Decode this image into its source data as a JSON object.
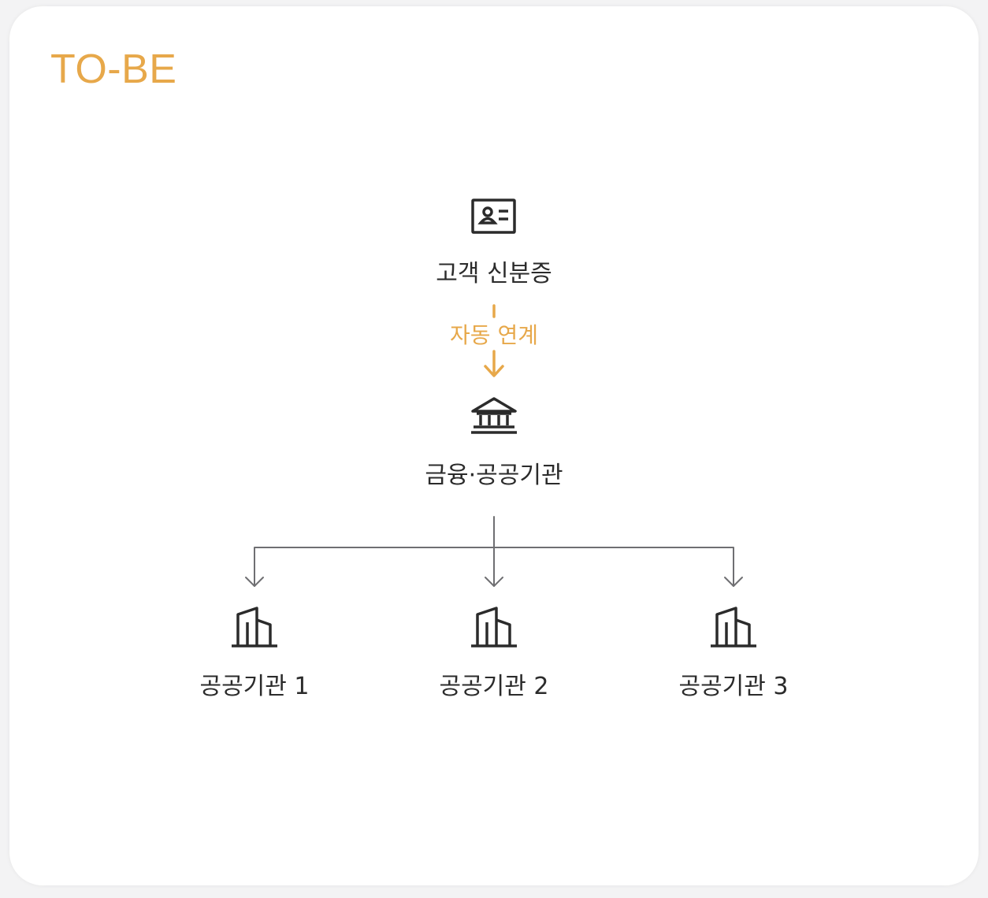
{
  "title": "TO-BE",
  "colors": {
    "accent": "#E7A84A",
    "text": "#2b2b2b",
    "line": "#6f6f72",
    "icon": "#2b2b2b",
    "background": "#ffffff"
  },
  "source": {
    "label": "고객 신분증",
    "icon": "id-card-icon"
  },
  "link": {
    "label": "자동 연계"
  },
  "hub": {
    "label": "금융·공공기관",
    "icon": "bank-icon"
  },
  "targets": [
    {
      "label": "공공기관 1",
      "icon": "building-icon"
    },
    {
      "label": "공공기관 2",
      "icon": "building-icon"
    },
    {
      "label": "공공기관 3",
      "icon": "building-icon"
    }
  ]
}
